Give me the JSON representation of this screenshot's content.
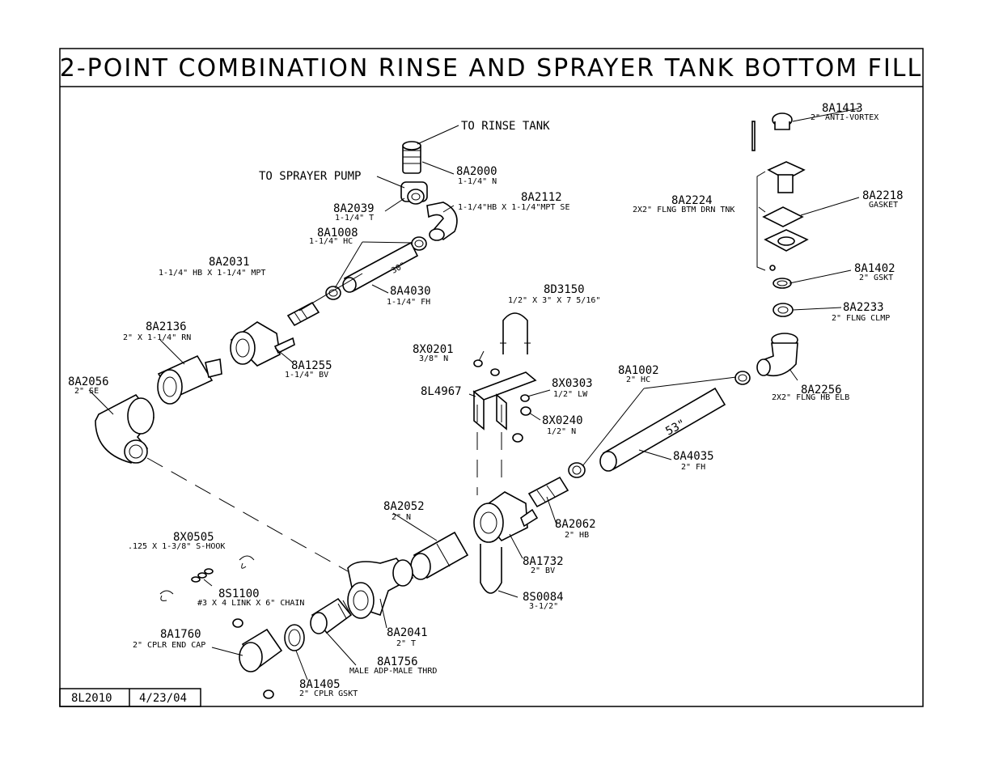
{
  "title": "2-POINT COMBINATION RINSE AND SPRAYER TANK BOTTOM FILL",
  "title_block": {
    "drawing_number": "8L2010",
    "date": "4/23/04"
  },
  "callouts": {
    "to_rinse_tank": "TO RINSE TANK",
    "to_sprayer_pump": "TO SPRAYER PUMP",
    "len_30": "30\"",
    "len_53": "53\""
  },
  "parts": [
    {
      "id": "p8A2000",
      "number": "8A2000",
      "desc": "1-1/4\" N"
    },
    {
      "id": "p8A2039",
      "number": "8A2039",
      "desc": "1-1/4\" T"
    },
    {
      "id": "p8A2112",
      "number": "8A2112",
      "desc": "1-1/4\"HB X 1-1/4\"MPT SE"
    },
    {
      "id": "p8A1008",
      "number": "8A1008",
      "desc": "1-1/4\" HC"
    },
    {
      "id": "p8A2031",
      "number": "8A2031",
      "desc": "1-1/4\" HB X 1-1/4\" MPT"
    },
    {
      "id": "p8A4030",
      "number": "8A4030",
      "desc": "1-1/4\" FH"
    },
    {
      "id": "p8A2136",
      "number": "8A2136",
      "desc": "2\" X 1-1/4\" RN"
    },
    {
      "id": "p8A1255",
      "number": "8A1255",
      "desc": "1-1/4\" BV"
    },
    {
      "id": "p8A2056",
      "number": "8A2056",
      "desc": "2\" SE"
    },
    {
      "id": "p8D3150",
      "number": "8D3150",
      "desc": "1/2\" X 3\" X 7 5/16\""
    },
    {
      "id": "p8X0201",
      "number": "8X0201",
      "desc": "3/8\" N"
    },
    {
      "id": "p8L4967",
      "number": "8L4967",
      "desc": ""
    },
    {
      "id": "p8X0303",
      "number": "8X0303",
      "desc": "1/2\" LW"
    },
    {
      "id": "p8X0240",
      "number": "8X0240",
      "desc": "1/2\" N"
    },
    {
      "id": "p8A1002",
      "number": "8A1002",
      "desc": "2\" HC"
    },
    {
      "id": "p8A4035",
      "number": "8A4035",
      "desc": "2\" FH"
    },
    {
      "id": "p8A1413",
      "number": "8A1413",
      "desc": "2\" ANTI-VORTEX"
    },
    {
      "id": "p8A2224",
      "number": "8A2224",
      "desc": "2X2\" FLNG BTM DRN TNK"
    },
    {
      "id": "p8A2218",
      "number": "8A2218",
      "desc": "GASKET"
    },
    {
      "id": "p8A1402",
      "number": "8A1402",
      "desc": "2\" GSKT"
    },
    {
      "id": "p8A2233",
      "number": "8A2233",
      "desc": "2\" FLNG CLMP"
    },
    {
      "id": "p8A2256",
      "number": "8A2256",
      "desc": "2X2\" FLNG HB ELB"
    },
    {
      "id": "p8A2052",
      "number": "8A2052",
      "desc": "2\" N"
    },
    {
      "id": "p8A2062",
      "number": "8A2062",
      "desc": "2\" HB"
    },
    {
      "id": "p8A1732",
      "number": "8A1732",
      "desc": "2\" BV"
    },
    {
      "id": "p8S0084",
      "number": "8S0084",
      "desc": "3-1/2\""
    },
    {
      "id": "p8X0505",
      "number": "8X0505",
      "desc": ".125 X 1-3/8\" S-HOOK"
    },
    {
      "id": "p8S1100",
      "number": "8S1100",
      "desc": "#3 X 4 LINK X 6\" CHAIN"
    },
    {
      "id": "p8A1760",
      "number": "8A1760",
      "desc": "2\" CPLR END CAP"
    },
    {
      "id": "p8A2041",
      "number": "8A2041",
      "desc": "2\" T"
    },
    {
      "id": "p8A1756",
      "number": "8A1756",
      "desc": "MALE ADP-MALE THRD"
    },
    {
      "id": "p8A1405",
      "number": "8A1405",
      "desc": "2\" CPLR GSKT"
    }
  ]
}
